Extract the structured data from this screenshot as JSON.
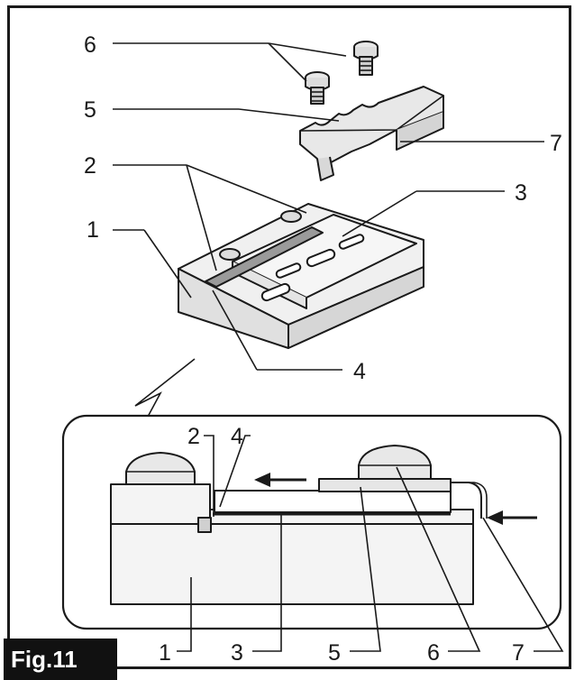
{
  "figure_label": "Fig.11",
  "callouts_top": [
    {
      "id": "label-6",
      "text": "6"
    },
    {
      "id": "label-5",
      "text": "5"
    },
    {
      "id": "label-2",
      "text": "2"
    },
    {
      "id": "label-1",
      "text": "1"
    },
    {
      "id": "label-7",
      "text": "7"
    },
    {
      "id": "label-3",
      "text": "3"
    },
    {
      "id": "label-4",
      "text": "4"
    }
  ],
  "callouts_detail_top": [
    {
      "id": "label-2",
      "text": "2"
    },
    {
      "id": "label-4",
      "text": "4"
    }
  ],
  "callouts_bottom": [
    {
      "id": "label-1",
      "text": "1"
    },
    {
      "id": "label-3",
      "text": "3"
    },
    {
      "id": "label-5",
      "text": "5"
    },
    {
      "id": "label-6",
      "text": "6"
    },
    {
      "id": "label-7",
      "text": "7"
    }
  ],
  "colors": {
    "ink": "#1a1a1a",
    "shade": "#e6e6e6",
    "light": "#f4f4f4",
    "fig_bg": "#111111"
  }
}
